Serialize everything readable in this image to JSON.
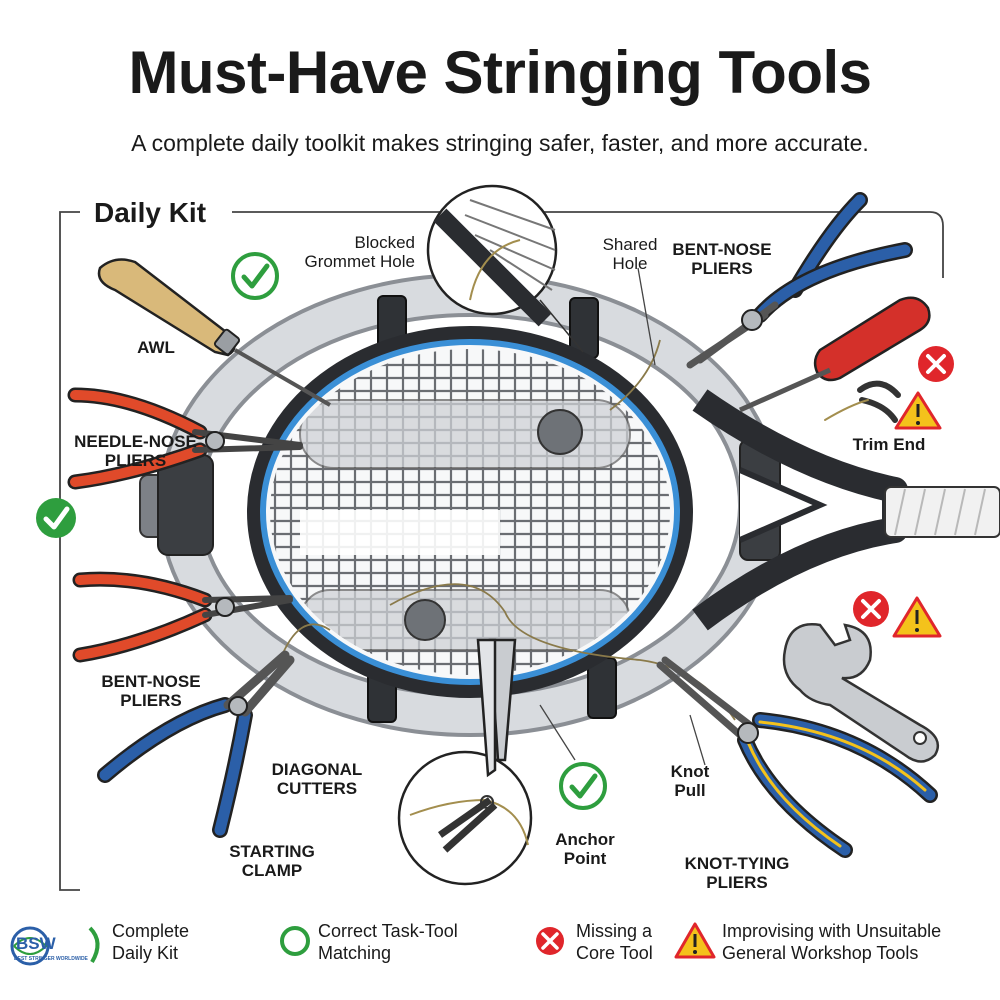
{
  "title": "Must-Have Stringing Tools",
  "subtitle": "A complete daily toolkit makes stringing safer, faster, and more accurate.",
  "kit_heading": "Daily Kit",
  "labels": {
    "awl": "AWL",
    "needle_nose": "NEEDLE-NOSE\nPLIERS",
    "bent_nose_left": "BENT-NOSE\nPLIERS",
    "diagonal": "DIAGONAL\nCUTTERS",
    "starting_clamp": "STARTING\nCLAMP",
    "blocked": "Blocked\nGrommet Hole",
    "shared": "Shared\nHole",
    "bent_nose_top": "BENT-NOSE\nPLIERS",
    "trim_end": "Trim End",
    "knot_pull": "Knot\nPull",
    "anchor": "Anchor\nPoint",
    "knot_tying": "KNOT-TYING\nPLIERS"
  },
  "legend": [
    {
      "icon": "check-icon",
      "text": "Complete\nDaily Kit"
    },
    {
      "icon": "circle-icon",
      "text": "Correct Task-Tool\nMatching"
    },
    {
      "icon": "x-icon",
      "text": "Missing a\nCore Tool"
    },
    {
      "icon": "warning-icon",
      "text": "Improvising with Unsuitable\nGeneral Workshop Tools"
    }
  ],
  "logo": {
    "text": "BSW",
    "tagline": "BEST STRINGER WORLDWIDE"
  },
  "colors": {
    "green": "#2e9e3e",
    "red": "#e0262b",
    "warning": "#f4c21b",
    "handle_blue": "#2b5fa8",
    "handle_red": "#e04a2a",
    "racket_blue": "#3a8fd6"
  }
}
